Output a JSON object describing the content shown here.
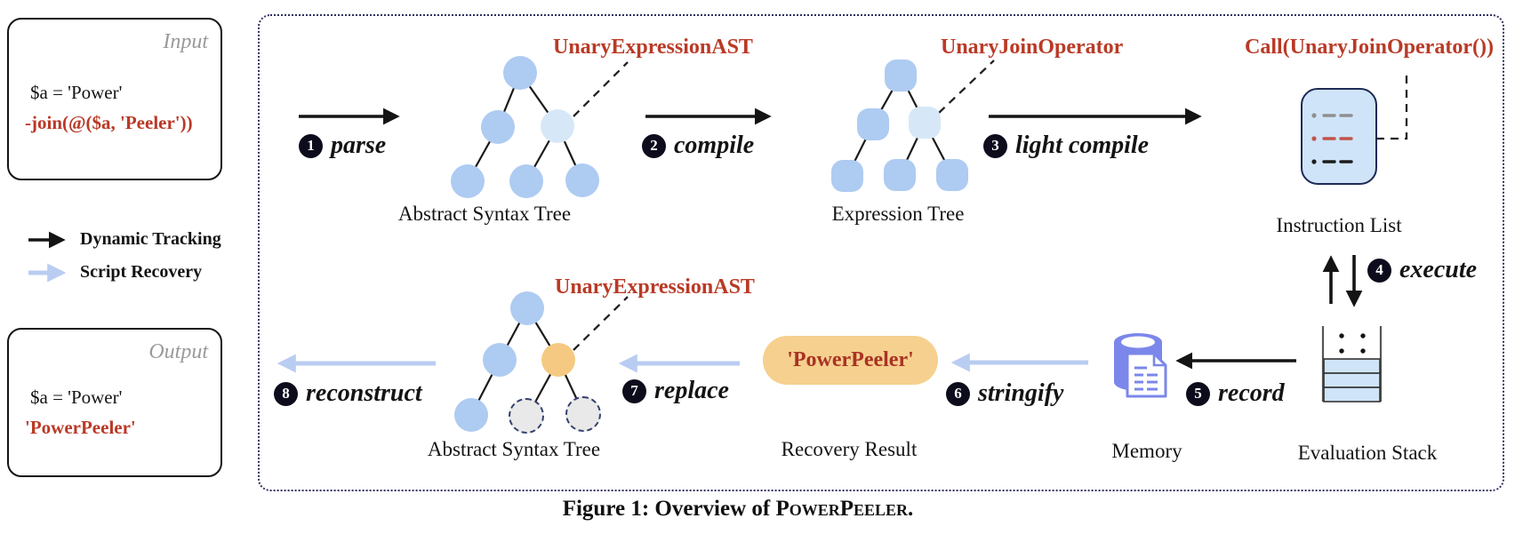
{
  "input_box": {
    "title": "Input",
    "lines": [
      {
        "text": "$a = 'Power'"
      },
      {
        "text": "-join(@($a, 'Peeler'))"
      }
    ]
  },
  "output_box": {
    "title": "Output",
    "lines": [
      {
        "text": "$a = 'Power'"
      },
      {
        "text": "'PowerPeeler'"
      }
    ]
  },
  "legend": {
    "items": [
      {
        "label": "Dynamic Tracking",
        "arrow_color": "#141414"
      },
      {
        "label": "Script Recovery",
        "arrow_color": "#b9cdf2"
      }
    ]
  },
  "steps": [
    {
      "num": "1",
      "label": "parse"
    },
    {
      "num": "2",
      "label": "compile"
    },
    {
      "num": "3",
      "label": "light compile"
    },
    {
      "num": "4",
      "label": "execute"
    },
    {
      "num": "5",
      "label": "record"
    },
    {
      "num": "6",
      "label": "stringify"
    },
    {
      "num": "7",
      "label": "replace"
    },
    {
      "num": "8",
      "label": "reconstruct"
    }
  ],
  "stage_labels": {
    "ast_top": "Abstract Syntax Tree",
    "expression_tree": "Expression Tree",
    "instruction_list": "Instruction List",
    "evaluation_stack": "Evaluation Stack",
    "memory": "Memory",
    "recovery_result": "Recovery Result",
    "ast_bottom": "Abstract Syntax Tree"
  },
  "annotations": {
    "ast_top": "UnaryExpressionAST",
    "expression_tree": "UnaryJoinOperator",
    "instruction_list": "Call(UnaryJoinOperator())",
    "ast_bottom": "UnaryExpressionAST"
  },
  "recovery_pill": {
    "text": "'PowerPeeler'"
  },
  "caption": {
    "prefix": "Figure 1: Overview of ",
    "name": "PowerPeeler",
    "suffix": "."
  },
  "colors": {
    "node_blue": "#aecbf2",
    "node_light": "#d6e8f7",
    "node_orange": "#f5c981",
    "node_gray": "#e9e9e9",
    "accent_red": "#b93a26",
    "arrow_blue": "#b9cdf2",
    "panel_blue": "#cfe4f8",
    "memory_purple": "#7b87ea",
    "border_navy": "#2e3060"
  }
}
